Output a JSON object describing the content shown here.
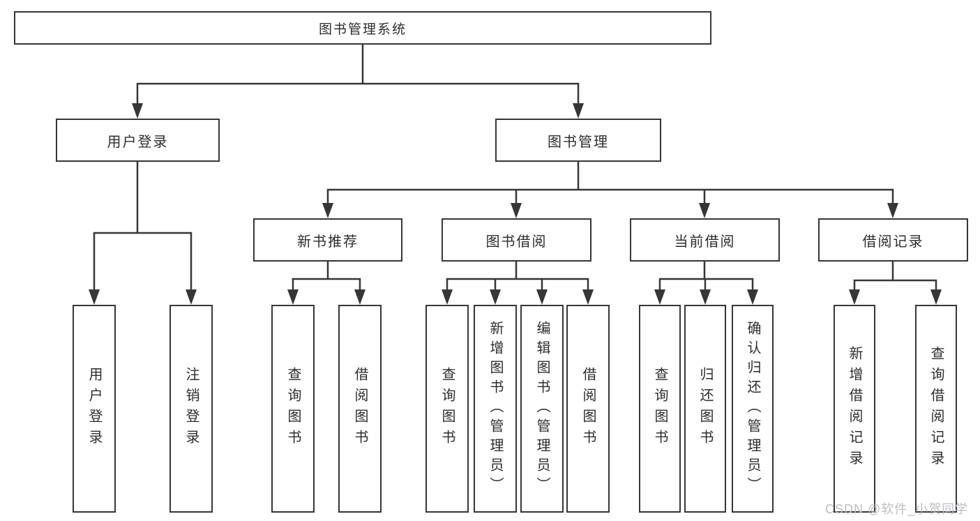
{
  "diagram": {
    "root": {
      "label": "图书管理系统"
    },
    "branches": [
      {
        "label": "用户登录",
        "children": [
          {
            "label": "用户登录"
          },
          {
            "label": "注销登录"
          }
        ]
      },
      {
        "label": "图书管理",
        "children": [
          {
            "label": "新书推荐",
            "children": [
              {
                "label": "查询图书"
              },
              {
                "label": "借阅图书"
              }
            ]
          },
          {
            "label": "图书借阅",
            "children": [
              {
                "label": "查询图书"
              },
              {
                "label": "新增图书（管理员）"
              },
              {
                "label": "编辑图书（管理员）"
              },
              {
                "label": "借阅图书"
              }
            ]
          },
          {
            "label": "当前借阅",
            "children": [
              {
                "label": "查询图书"
              },
              {
                "label": "归还图书"
              },
              {
                "label": "确认归还（管理员）"
              }
            ]
          },
          {
            "label": "借阅记录",
            "children": [
              {
                "label": "新增借阅记录"
              },
              {
                "label": "查询借阅记录"
              }
            ]
          }
        ]
      }
    ]
  },
  "watermark": {
    "text": "CSDN @软件_小贺同学"
  },
  "colors": {
    "line": "#363636",
    "text": "#2d2d2d",
    "watermark": "#bbbec6",
    "background": "#ffffff"
  }
}
